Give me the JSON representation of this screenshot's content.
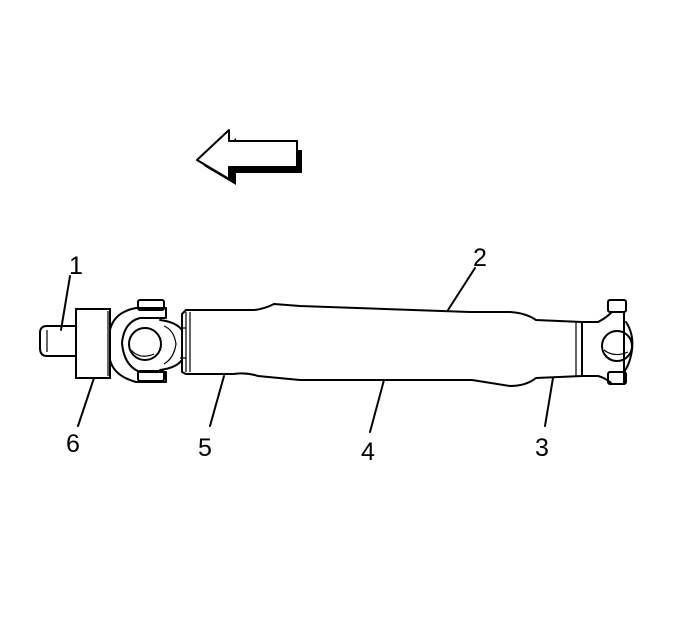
{
  "diagram": {
    "callouts": [
      {
        "id": "c1",
        "label": "1"
      },
      {
        "id": "c2",
        "label": "2"
      },
      {
        "id": "c3",
        "label": "3"
      },
      {
        "id": "c4",
        "label": "4"
      },
      {
        "id": "c5",
        "label": "5"
      },
      {
        "id": "c6",
        "label": "6"
      }
    ]
  },
  "icons": {
    "direction_arrow": "arrow-left-icon"
  },
  "colors": {
    "line": "#000000",
    "background": "#ffffff"
  }
}
